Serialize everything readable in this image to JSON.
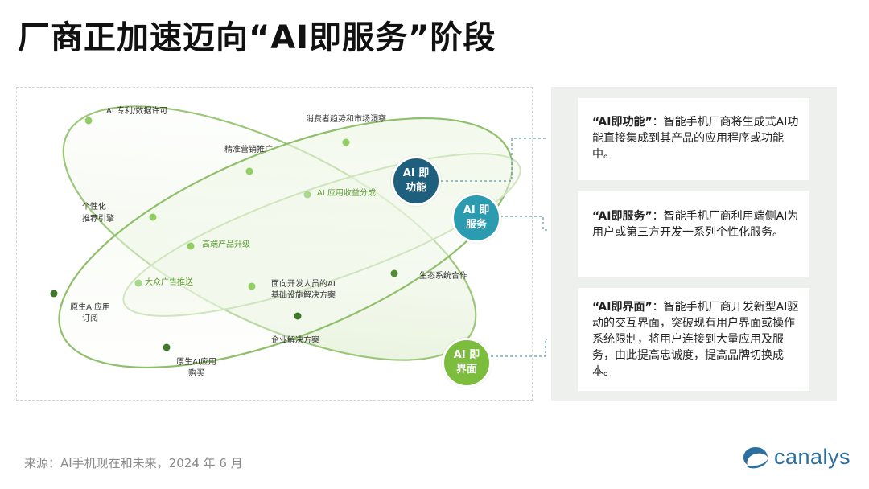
{
  "title": "厂商正加速迈向“AI即服务”阶段",
  "diagram": {
    "labels": {
      "ai_patent": "AI 专利/数据许可",
      "consumer_trends": "消费者趋势和市场洞察",
      "precision_marketing": "精准营销推广",
      "ai_revenue_share": "AI 应用收益分成",
      "personalized_rec_1": "个性化",
      "personalized_rec_2": "推荐引擎",
      "premium_upgrade": "高端产品升级",
      "mass_ads": "大众广告推送",
      "dev_infra_1": "面向开发人员的AI",
      "dev_infra_2": "基础设施解决方案",
      "ecosystem": "生态系统合作",
      "native_sub_1": "原生AI应用",
      "native_sub_2": "订阅",
      "enterprise": "企业解决方案",
      "native_buy_1": "原生AI应用",
      "native_buy_2": "购买"
    },
    "circles": {
      "function_1": "AI 即",
      "function_2": "功能",
      "service_1": "AI 即",
      "service_2": "服务",
      "interface_1": "AI 即",
      "interface_2": "界面"
    },
    "colors": {
      "function": "#1d5f7c",
      "service": "#2b9bb0",
      "interface": "#7cbd3e",
      "ellipse_stroke": "#8fbf6a",
      "node": "#6aa84f"
    }
  },
  "cards": [
    {
      "term": "“AI即功能”",
      "sep": "：",
      "body": "智能手机厂商将生成式AI功能直接集成到其产品的应用程序或功能中。"
    },
    {
      "term": "“AI即服务”",
      "sep": "：",
      "body": "智能手机厂商利用端侧AI为用户或第三方开发一系列个性化服务。"
    },
    {
      "term": "“AI即界面”",
      "sep": "：",
      "body": "智能手机厂商开发新型AI驱动的交互界面，突破现有用户界面或操作系统限制，将用户连接到大量应用及服务，由此提高忠诚度，提高品牌切换成本。"
    }
  ],
  "source": "来源：AI手机现在和未来，2024 年 6 月",
  "brand": "canalys"
}
